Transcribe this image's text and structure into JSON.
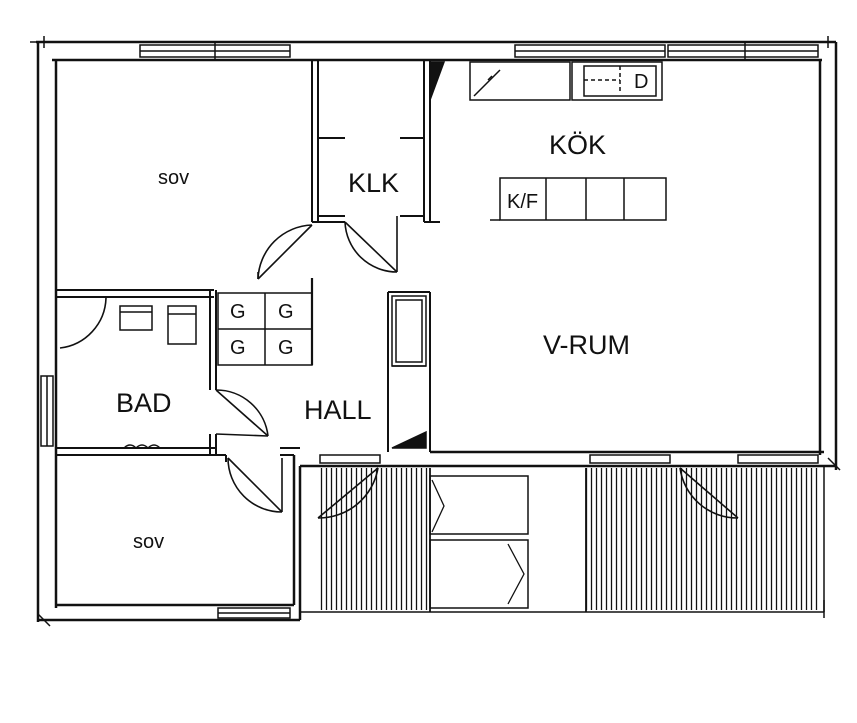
{
  "rooms": {
    "sov_top": "sov",
    "sov_bottom": "sov",
    "klk": "KLK",
    "kok": "KÖK",
    "vrum": "V-RUM",
    "bad": "BAD",
    "hall": "HALL"
  },
  "fixtures": {
    "dishwasher": "D",
    "fridge_freezer": "K/F",
    "wardrobes": [
      "G",
      "G",
      "G",
      "G"
    ]
  },
  "colors": {
    "line": "#111111",
    "background": "#ffffff"
  }
}
